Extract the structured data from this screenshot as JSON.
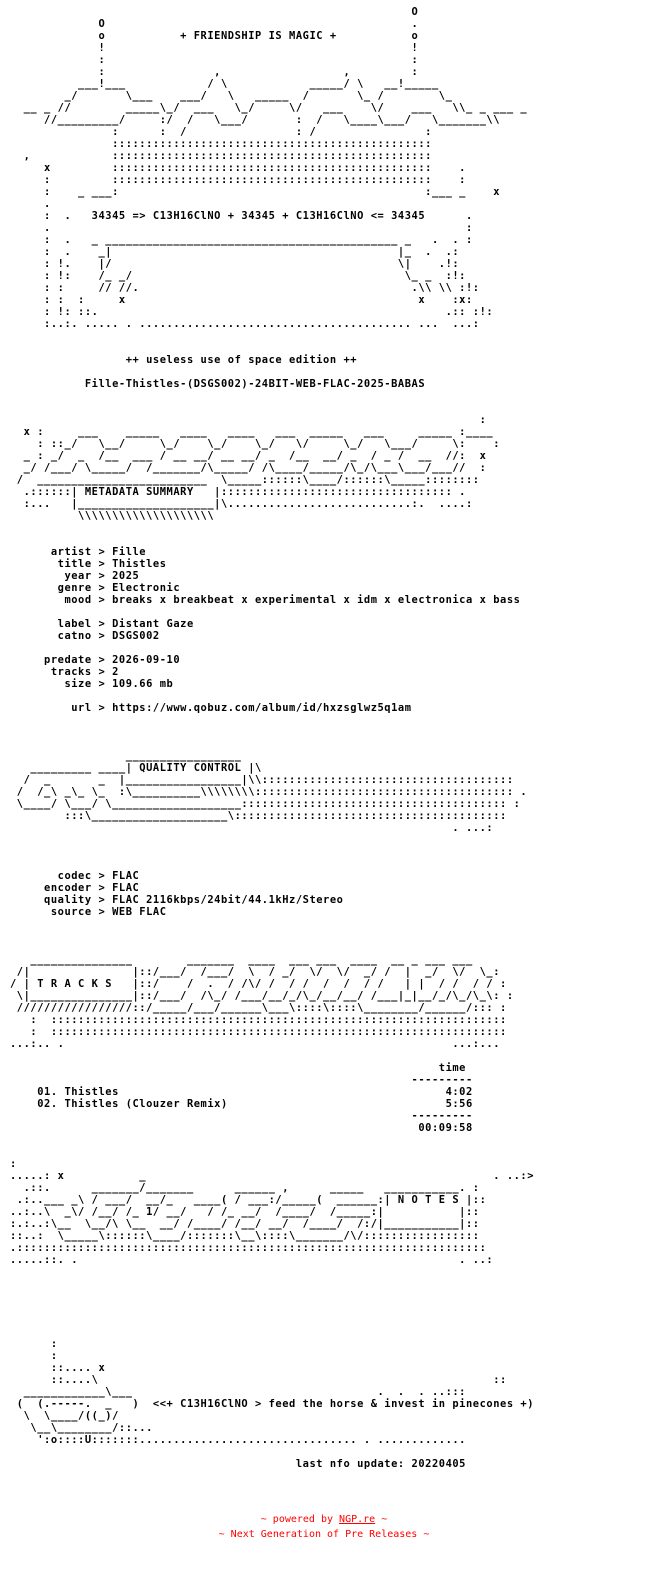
{
  "nfo_text": "                                                           O\n             O                                             .\n             o           + FRIENDSHIP IS MAGIC +           o\n             !                                             !\n             :                                             :\n             :                ,                  ,         :\n          ___!___            / \\            _____/ \\   __!_____\n        _/       \\___    ___/   \\   _____  /       \\_ /        \\_\n  __ _ //        _____\\_/  ___   \\_/     \\/   ___    \\/    ___   \\\\_ _ ___ _\n     //_________/     :/  /   \\___/       :  /   \\____\\___/   \\_______\\\\\n               :      :  /                : /                :\n               :::::::::::::::::::::::::::::::::::::::::::::::\n  ,            :::::::::::::::::::::::::::::::::::::::::::::::\n     x         :::::::::::::::::::::::::::::::::::::::::::::::    .\n     :         :::::::::::::::::::::::::::::::::::::::::::::::    :\n     :    _ ___:                                             :___ _    x\n     .\n     :  .   34345 => C13H16ClNO + 34345 + C13H16ClNO <= 34345      .\n     .                                                             :\n     :  .   _ ___________________________________________ _   .  . :\n     :  .    _|                                          |_  .  .:\n     : !.    |/                                          \\|    .!:\n     : !:    /_ _/                                        \\_ _  :!:\n     : :     // //.                                        .\\\\ \\\\ :!:\n     : :  :     x                                           x    :x:\n     : !: ::.                                                   .:: :!:\n     :..:. ..... . ........................................ ...  ...:\n\n\n                 ++ useless use of space edition ++\n\n           Fille-Thistles-(DSGS002)-24BIT-WEB-FLAC-2025-BABAS\n\n\n                                                                     :\n  x :     ___    _____   ____   ____   ___  _____   ___     _____ :____\n    : ::_/   \\__/     \\_/    \\_/    \\_/   \\/     \\_/   \\___/     \\:    :\n  _ : _/  _  /__  ___ / __ __/ __ __/ _  /__  __/ _  / _ /  __  //:  x\n  _/ /___/ \\_____/  /_______/\\_____/ /\\____/_____/\\_/\\___\\___/___//  :\n /  _________________________  \\_____::::::\\____/::::::\\_____::::::::\n  .::::::| METADATA SUMMARY   |:::::::::::::::::::::::::::::::::: .\n  :...   |____________________|\\...........................:.  ....:\n          \\\\\\\\\\\\\\\\\\\\\\\\\\\\\\\\\\\\\\\\\n\n\n      artist > Fille\n       title > Thistles\n        year > 2025\n       genre > Electronic\n        mood > breaks x breakbeat x experimental x idm x electronica x bass\n\n       label > Distant Gaze\n       catno > DSGS002\n\n     predate > 2026-09-10\n      tracks > 2\n        size > 109.66 mb\n\n         url > https://www.qobuz.com/album/id/hxzsglwz5q1am\n\n\n\n                 _________________\n   _________ ____| QUALITY CONTROL |\\\n  /  _       _  |_________________|\\\\:::::::::::::::::::::::::::::::::::::\n /  /_\\ _\\_ \\_  :\\__________\\\\\\\\\\\\\\\\:::::::::::::::::::::::::::::::::::::: .\n \\____/ \\___/ \\___________________::::::::::::::::::::::::::::::::::::::: :\n        :::\\____________________\\::::::::::::::::::::::::::::::::::::::::\n                                                                 . ...:\n\n\n\n       codec > FLAC\n     encoder > FLAC\n     quality > FLAC 2116kbps/24bit/44.1kHz/Stereo\n      source > WEB FLAC\n\n\n\n   _______________        _______  ____  ___ ___  ____  __ _ ___ ___\n /|               |::/___/  /___/  \\  / _/  \\/  \\/  _/ /  |  _/  \\/  \\_:\n/ | T R A C K S   |::/    /  .  / /\\/ /  / /  /  /  / /   | |  / /  / / :\n \\|_______________|::/___/  /\\_/ /___/__/_/\\_/__/__/ /___|_|__/_/\\_/\\_\\: :\n /////////////////::/_____/___/______\\___\\::::\\::::\\________/______/::: :\n   :  :::::::::::::::::::::::::::::::::::::::::::::::::::::::::::::::::::\n   :  :::::::::::::::::::::::::::::::::::::::::::::::::::::::::::::::::::\n...:.. .                                                         ...:...\n\n                                                               time\n                                                           ---------\n    01. Thistles                                                4:02\n    02. Thistles (Clouzer Remix)                                5:56\n                                                           ---------\n                                                            00:09:58\n\n\n:\n.....: x           _                                                   . ..:>\n  .::.      _______/_______      ______ ,      _____   ___________. :\n .:..___ _\\ / ___/  __/_   ____( / ___:/_____(  ______:| N O T E S |::\n..:..\\  _\\/ /__/ /_ 1/ __/   / /_ __/  /____/  /_____:|           |::\n:.:..:\\__  \\__/\\ \\__  __/ /____/ /__/ __/  /____/  /:/|___________|::\n::..:  \\_____\\::::::\\____/:::::::\\__\\::::\\_______/\\/:::::::::::::::::\n.:::::::::::::::::::::::::::::::::::::::::::::::::::::::::::::::::::::\n.....::. .                                                        . ..:\n\n\n\n\n\n\n      :\n      :\n      ::.... x\n      ::....\\                                                          ::\n  ____________\\___                                    .  .  . ..:::\n (  (.-----.  _   )  <<+ C13H16ClNO > feed the horse & invest in pinecones +)\n  \\  \\____/((_)/\n   \\__\\________/::...\n    ':o::::U:::::::................................ . .............\n\n                                          last nfo update: 20220405",
  "footer": {
    "line1_prefix": "~ powered by ",
    "line1_link": "NGP.re",
    "line1_suffix": " ~",
    "line2": "~ Next Generation of Pre Releases ~"
  }
}
